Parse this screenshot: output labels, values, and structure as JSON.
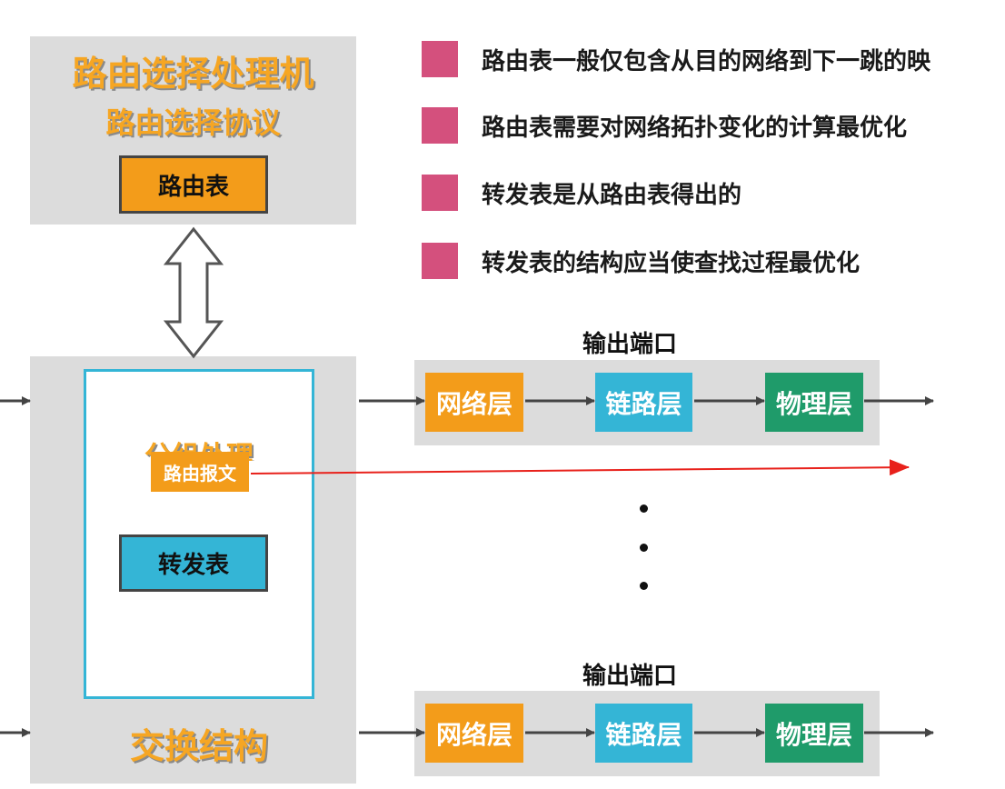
{
  "routing_processor": {
    "title": "路由选择处理机",
    "protocol": "路由选择协议",
    "routing_table": "路由表"
  },
  "bullets": [
    "路由表一般仅包含从目的网络到下一跳的映",
    "路由表需要对网络拓扑变化的计算最优化",
    "转发表是从路由表得出的",
    "转发表的结构应当使查找过程最优化"
  ],
  "packet_processing": {
    "label_partial": "分组处理",
    "routing_message": "路由报文",
    "forwarding_table": "转发表"
  },
  "switch_fabric": {
    "label": "交换结构"
  },
  "output_ports": [
    {
      "label": "输出端口",
      "network": "网络层",
      "link": "链路层",
      "physical": "物理层"
    },
    {
      "label": "输出端口",
      "network": "网络层",
      "link": "链路层",
      "physical": "物理层"
    }
  ],
  "colors": {
    "orange": "#f39c1a",
    "blue": "#34b5d6",
    "green": "#1f9b6a",
    "pink": "#d4507d",
    "red_arrow": "#e8211b",
    "gray_panel": "#dcdcdc"
  }
}
